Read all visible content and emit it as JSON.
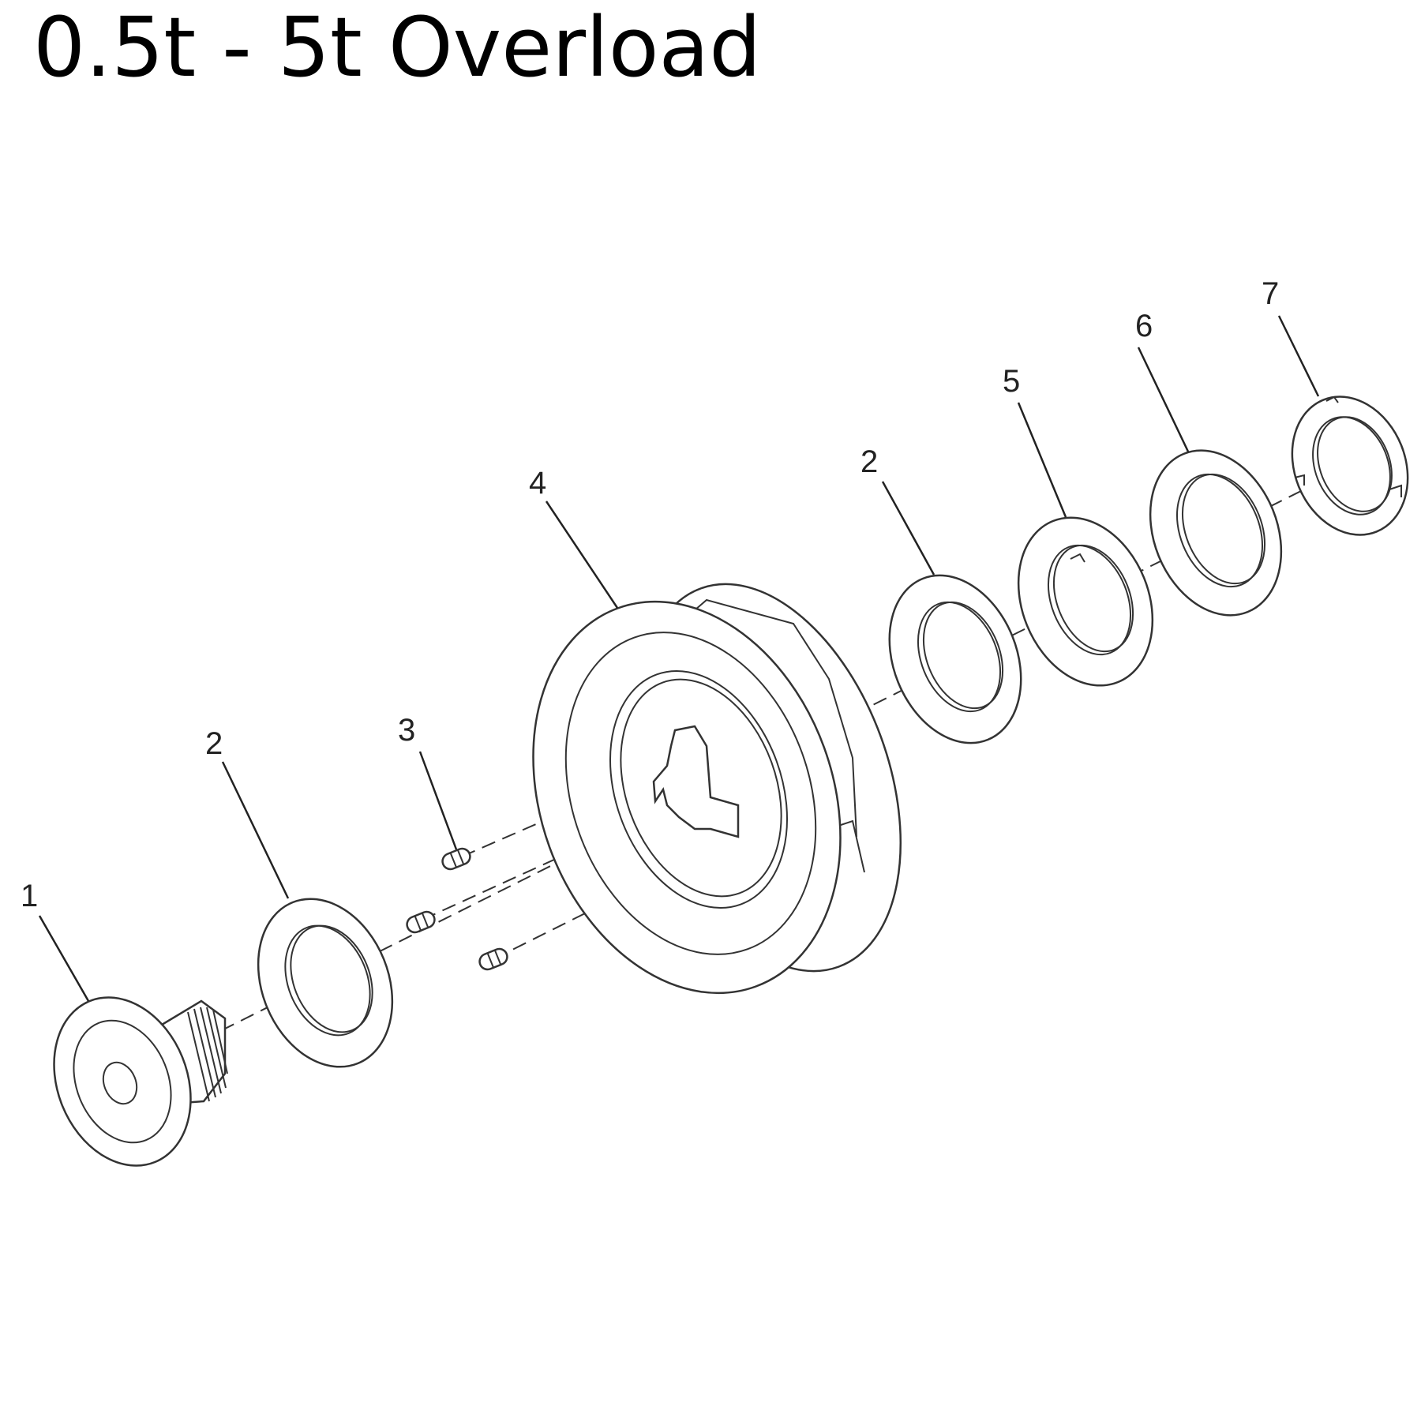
{
  "title": "0.5t - 5t Overload",
  "callouts": {
    "c1": "1",
    "c2a": "2",
    "c3": "3",
    "c4": "4",
    "c2b": "2",
    "c5": "5",
    "c6": "6",
    "c7": "7"
  },
  "colors": {
    "line": "#333333",
    "background": "#ffffff"
  }
}
